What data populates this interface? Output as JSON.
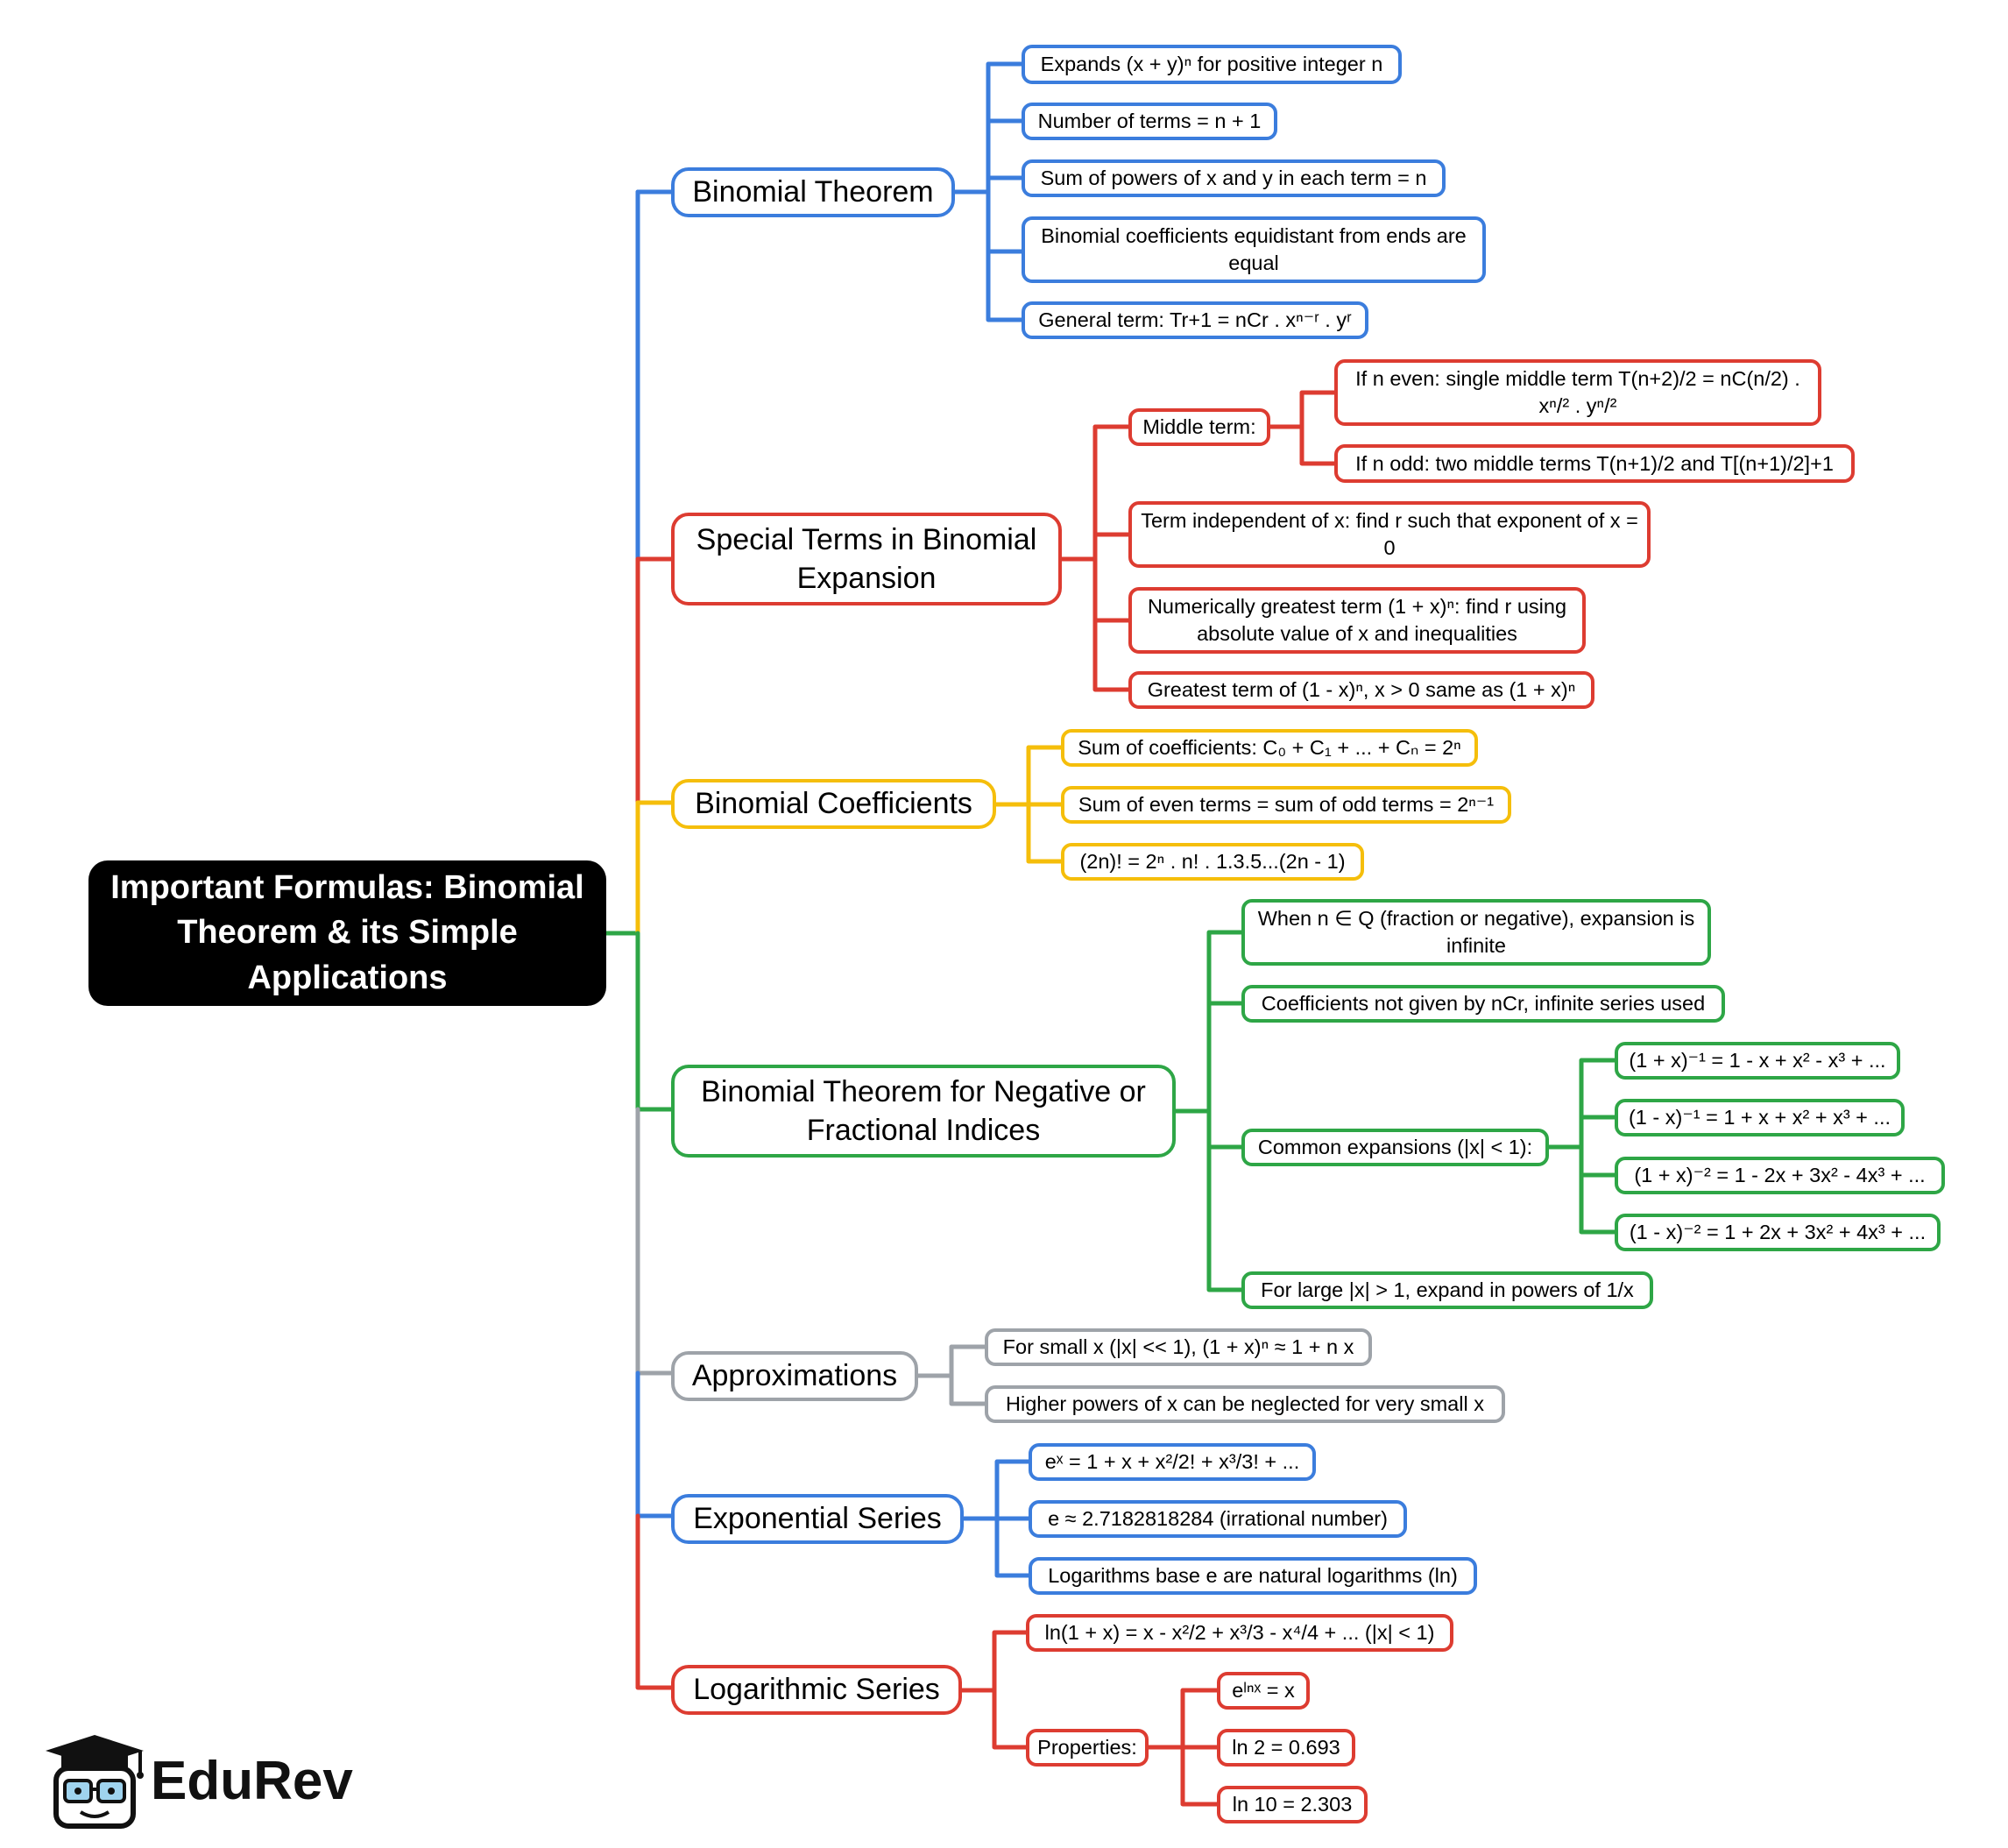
{
  "root": {
    "title": "Important Formulas: Binomial Theorem & its Simple Applications"
  },
  "colors": {
    "blue": "#3b7ddd",
    "red": "#dd3c31",
    "yellow": "#f5be0b",
    "green": "#2ea646",
    "gray": "#9ea3a9",
    "root_bg": "#000000"
  },
  "branches": {
    "binomial": {
      "label": "Binomial Theorem",
      "items": [
        "Expands (x + y)ⁿ for positive integer n",
        "Number of terms = n + 1",
        "Sum of powers of x and y in each term = n",
        "Binomial coefficients equidistant from ends are equal",
        "General term: Tr+1 = nCr . xⁿ⁻ʳ . yʳ"
      ]
    },
    "special": {
      "label": "Special Terms in Binomial Expansion",
      "middle": {
        "label": "Middle term:",
        "items": [
          "If n even: single middle term T(n+2)/2 = nC(n/2) . xⁿ/² . yⁿ/²",
          "If n odd: two middle terms T(n+1)/2 and T[(n+1)/2]+1"
        ]
      },
      "items": [
        "Term independent of x: find r such that exponent of x = 0",
        "Numerically greatest term (1 + x)ⁿ: find r using absolute value of x and inequalities",
        "Greatest term of (1 - x)ⁿ, x > 0 same as (1 + x)ⁿ"
      ]
    },
    "coefficients": {
      "label": "Binomial Coefficients",
      "items": [
        "Sum of coefficients: C₀ + C₁ + ... + Cₙ = 2ⁿ",
        "Sum of even terms = sum of odd terms = 2ⁿ⁻¹",
        "(2n)! = 2ⁿ . n! . 1.3.5...(2n - 1)"
      ]
    },
    "negative": {
      "label": "Binomial Theorem for Negative or Fractional Indices",
      "items": [
        "When n ∈ Q (fraction or negative), expansion is infinite",
        "Coefficients not given by nCr, infinite series used"
      ],
      "common": {
        "label": "Common expansions (|x| < 1):",
        "items": [
          "(1 + x)⁻¹ = 1 - x + x² - x³ + ...",
          "(1 - x)⁻¹ = 1 + x + x² + x³ + ...",
          "(1 + x)⁻² = 1 - 2x + 3x² - 4x³ + ...",
          "(1 - x)⁻² = 1 + 2x + 3x² + 4x³ + ..."
        ]
      },
      "last": "For large |x| > 1, expand in powers of 1/x"
    },
    "approx": {
      "label": "Approximations",
      "items": [
        "For small x (|x| << 1), (1 + x)ⁿ ≈ 1 + n x",
        "Higher powers of x can be neglected for very small x"
      ]
    },
    "exponential": {
      "label": "Exponential Series",
      "items": [
        "eˣ = 1 + x + x²/2! + x³/3! + ...",
        "e ≈ 2.7182818284 (irrational number)",
        "Logarithms base e are natural logarithms (ln)"
      ]
    },
    "logarithmic": {
      "label": "Logarithmic Series",
      "items": [
        "ln(1 + x) = x - x²/2 + x³/3 - x⁴/4 + ... (|x| < 1)"
      ],
      "properties": {
        "label": "Properties:",
        "items": [
          "eˡⁿˣ = x",
          "ln 2 = 0.693",
          "ln 10 = 2.303"
        ]
      }
    }
  },
  "logo": {
    "text": "EduRev",
    "icon": "graduation-cap-mascot-icon"
  }
}
